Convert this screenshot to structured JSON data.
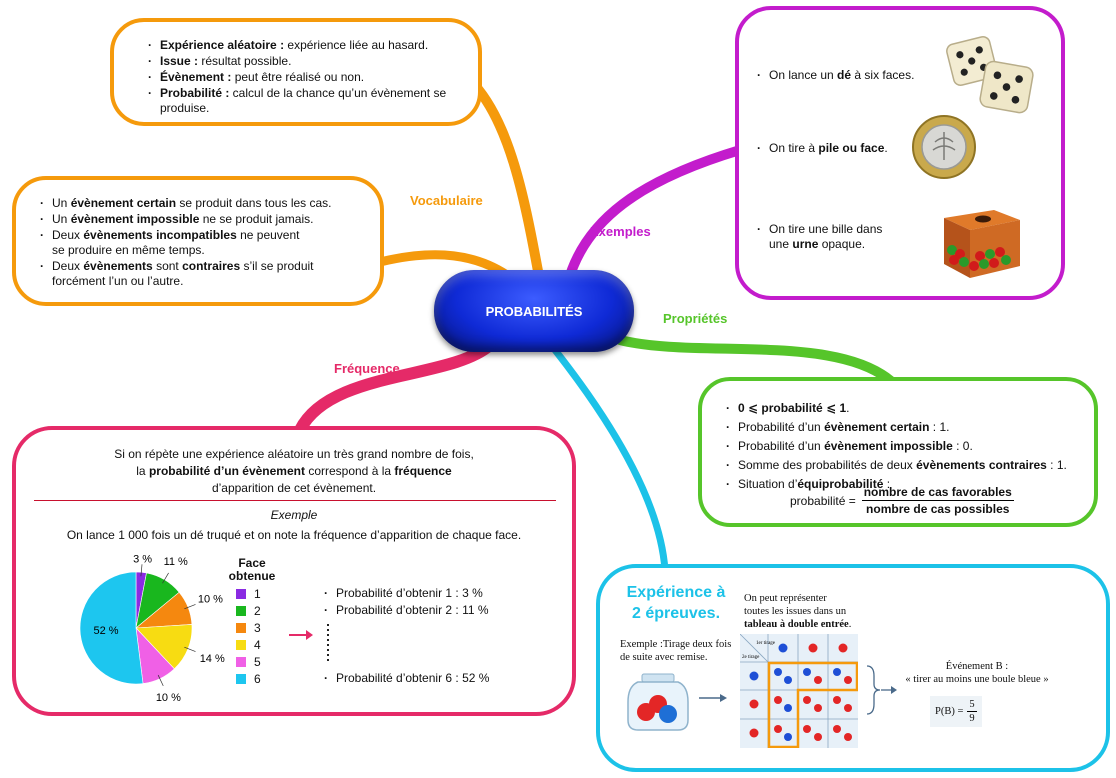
{
  "center": {
    "title": "PROBABILITÉS"
  },
  "labels": {
    "vocabulaire": "Vocabulaire",
    "exemples": "Exemples",
    "proprietes": "Propriétés",
    "frequence": "Fréquence"
  },
  "colors": {
    "orange": "#f59a0c",
    "magenta": "#c31ccc",
    "green": "#56c52a",
    "pink": "#e52a68",
    "cyan": "#1cc2e8",
    "center_blue": "#0f2ad6"
  },
  "vocab": {
    "items": [
      {
        "term": "Expérience aléatoire :",
        "def": " expérience liée au hasard."
      },
      {
        "term": "Issue :",
        "def": " résultat possible."
      },
      {
        "term": "Évènement :",
        "def": " peut être réalisé ou non."
      },
      {
        "term": "Probabilité :",
        "def": " calcul de la chance qu’un évènement se produise."
      }
    ]
  },
  "events": {
    "i1": {
      "a": "Un ",
      "b": "évènement certain",
      "c": " se produit dans tous les cas."
    },
    "i2": {
      "a": "Un ",
      "b": "évènement impossible",
      "c": " ne se produit jamais."
    },
    "i3": {
      "a": "Deux ",
      "b": "évènements incompatibles",
      "c": " ne peuvent",
      "d": "se produire en même temps."
    },
    "i4": {
      "a": "Deux ",
      "b": "évènements",
      "c": " sont ",
      "d": "contraires",
      "e": " s’il se produit",
      "f": "forcément l’un ou l’autre."
    }
  },
  "exemples": {
    "i1": {
      "a": "On lance un ",
      "b": "dé",
      "c": " à six faces."
    },
    "i2": {
      "a": "On tire à ",
      "b": "pile ou face",
      "c": "."
    },
    "i3": {
      "a": "On tire une bille dans",
      "b": "une ",
      "c": "urne",
      "d": " opaque."
    }
  },
  "proprietes": {
    "i1": "0 ⩽ probabilité ⩽ 1",
    "i1_end": ".",
    "i2": {
      "a": "Probabilité d’un ",
      "b": "évènement certain",
      "c": " : 1."
    },
    "i3": {
      "a": "Probabilité d’un ",
      "b": "évènement impossible",
      "c": " : 0."
    },
    "i4": {
      "a": "Somme des probabilités de deux ",
      "b": "évènements contraires",
      "c": " : 1."
    },
    "i5": {
      "a": "Situation d’",
      "b": "équiprobabilité",
      "c": " :"
    },
    "formula_left": "probabilité =",
    "formula_num": "nombre de cas favorables",
    "formula_den": "nombre de cas possibles"
  },
  "frequence": {
    "l1": "Si on répète une expérience aléatoire un très grand nombre de fois,",
    "l2a": "la ",
    "l2b": "probabilité d’un évènement",
    "l2c": " correspond à la ",
    "l2d": "fréquence",
    "l3": "d’apparition de cet évènement.",
    "exemple_title": "Exemple",
    "exemple_text": "On lance 1 000 fois un dé truqué et on note la fréquence d’apparition de chaque face.",
    "legend_title_1": "Face",
    "legend_title_2": "obtenue",
    "proba_1": "Probabilité d’obtenir 1 : 3 %",
    "proba_2": "Probabilité d’obtenir 2 : 11 %",
    "proba_6": "Probabilité d’obtenir 6 : 52 %"
  },
  "chart_data": {
    "type": "pie",
    "categories": [
      "1",
      "2",
      "3",
      "4",
      "5",
      "6"
    ],
    "values": [
      3,
      11,
      10,
      14,
      10,
      52
    ],
    "labels": [
      "3 %",
      "11 %",
      "10 %",
      "14 %",
      "10 %",
      "52 %"
    ],
    "colors": [
      "#8a2be2",
      "#19b71e",
      "#f5880f",
      "#f7dc12",
      "#f060e6",
      "#1dc6ef"
    ]
  },
  "experience2": {
    "title_1": "Expérience à",
    "title_2": "2 épreuves.",
    "text_1": "On peut représenter",
    "text_2": "toutes les issues dans un",
    "text_3a": "tableau à double entrée",
    "text_3b": ".",
    "exemple_1": "Exemple :Tirage deux fois",
    "exemple_2": "de suite avec remise.",
    "tirage_1": "1er tirage",
    "tirage_2": "2e tirage",
    "event_1": "Événement B :",
    "event_2": "« tirer au moins une boule bleue »",
    "pb": "P(B) =",
    "pb_num": "5",
    "pb_den": "9"
  }
}
